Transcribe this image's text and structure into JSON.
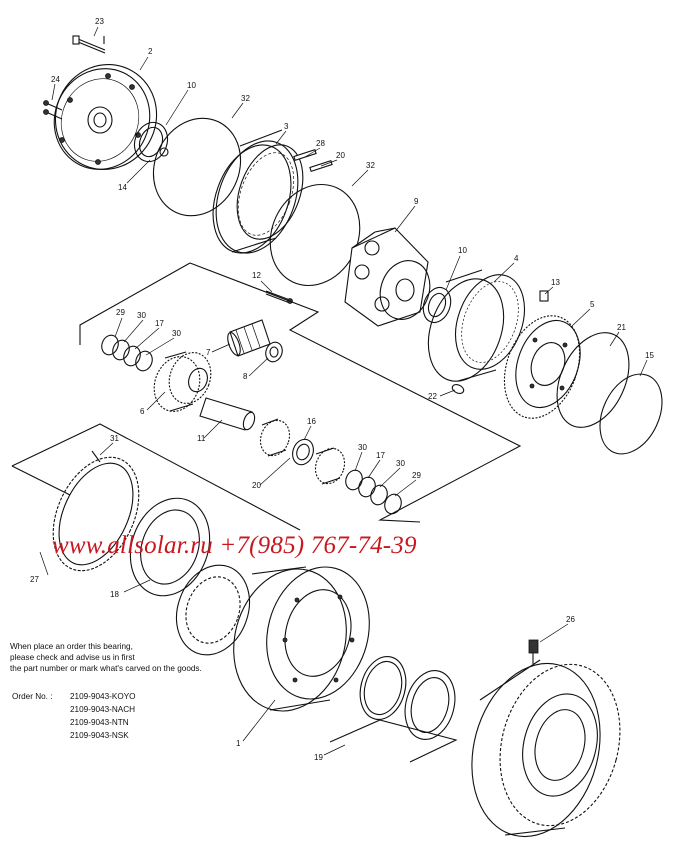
{
  "watermark": {
    "text": "www.allsolar.ru +7(985) 767-74-39",
    "color": "#c8171e"
  },
  "note": {
    "lines": [
      "When place an order this bearing,",
      "please check and advise us in first",
      "the part number or mark what's carved on the goods."
    ]
  },
  "order": {
    "label": "Order No. :",
    "codes": [
      "2109-9043-KOYO",
      "2109-9043-NACH",
      "2109-9043-NTN",
      "2109-9043-NSK"
    ]
  },
  "part_numbers": {
    "p23": "23",
    "p2": "2",
    "p24": "24",
    "p10a": "10",
    "p32a": "32",
    "p14": "14",
    "p3": "3",
    "p28": "28",
    "p20a": "20",
    "p32b": "32",
    "p9": "9",
    "p12": "12",
    "p10b": "10",
    "p4": "4",
    "p13": "13",
    "p5": "5",
    "p29a": "29",
    "p30a": "30",
    "p17a": "17",
    "p30b": "30",
    "p21": "21",
    "p7": "7",
    "p15": "15",
    "p8": "8",
    "p22": "22",
    "p6": "6",
    "p16": "16",
    "p11": "11",
    "p31": "31",
    "p30c": "30",
    "p17b": "17",
    "p30d": "30",
    "p20b": "20",
    "p29b": "29",
    "p27": "27",
    "p18": "18",
    "p26": "26",
    "p1": "1",
    "p19": "19"
  }
}
